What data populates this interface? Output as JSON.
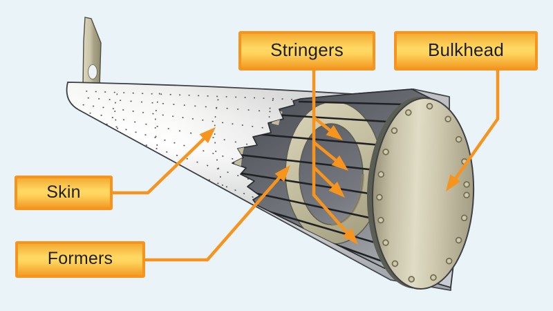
{
  "figure": {
    "type": "labeled-cutaway-diagram",
    "subject": "Monocoque aircraft fuselage structure",
    "background_color": "#EAF3F8",
    "accent_color": "#F7941D",
    "labels": {
      "stringers": "Stringers",
      "bulkhead": "Bulkhead",
      "skin": "Skin",
      "formers": "Formers"
    },
    "colors": {
      "label_border": "#F7941D",
      "label_fill_top": "#F3AC33",
      "label_fill_mid": "#FFD964",
      "label_fill_bottom": "#F29C26",
      "label_text": "#1E1E1E",
      "metal_tan": "#C9C4AA",
      "interior_gray": "#6E7278",
      "skin_light": "#F6F6F4",
      "stringer_line": "#202226"
    },
    "annotation_counts": {
      "stringer_arrows": 4,
      "former_arrows": 1,
      "skin_arrows": 1,
      "bulkhead_arrows": 1
    }
  }
}
